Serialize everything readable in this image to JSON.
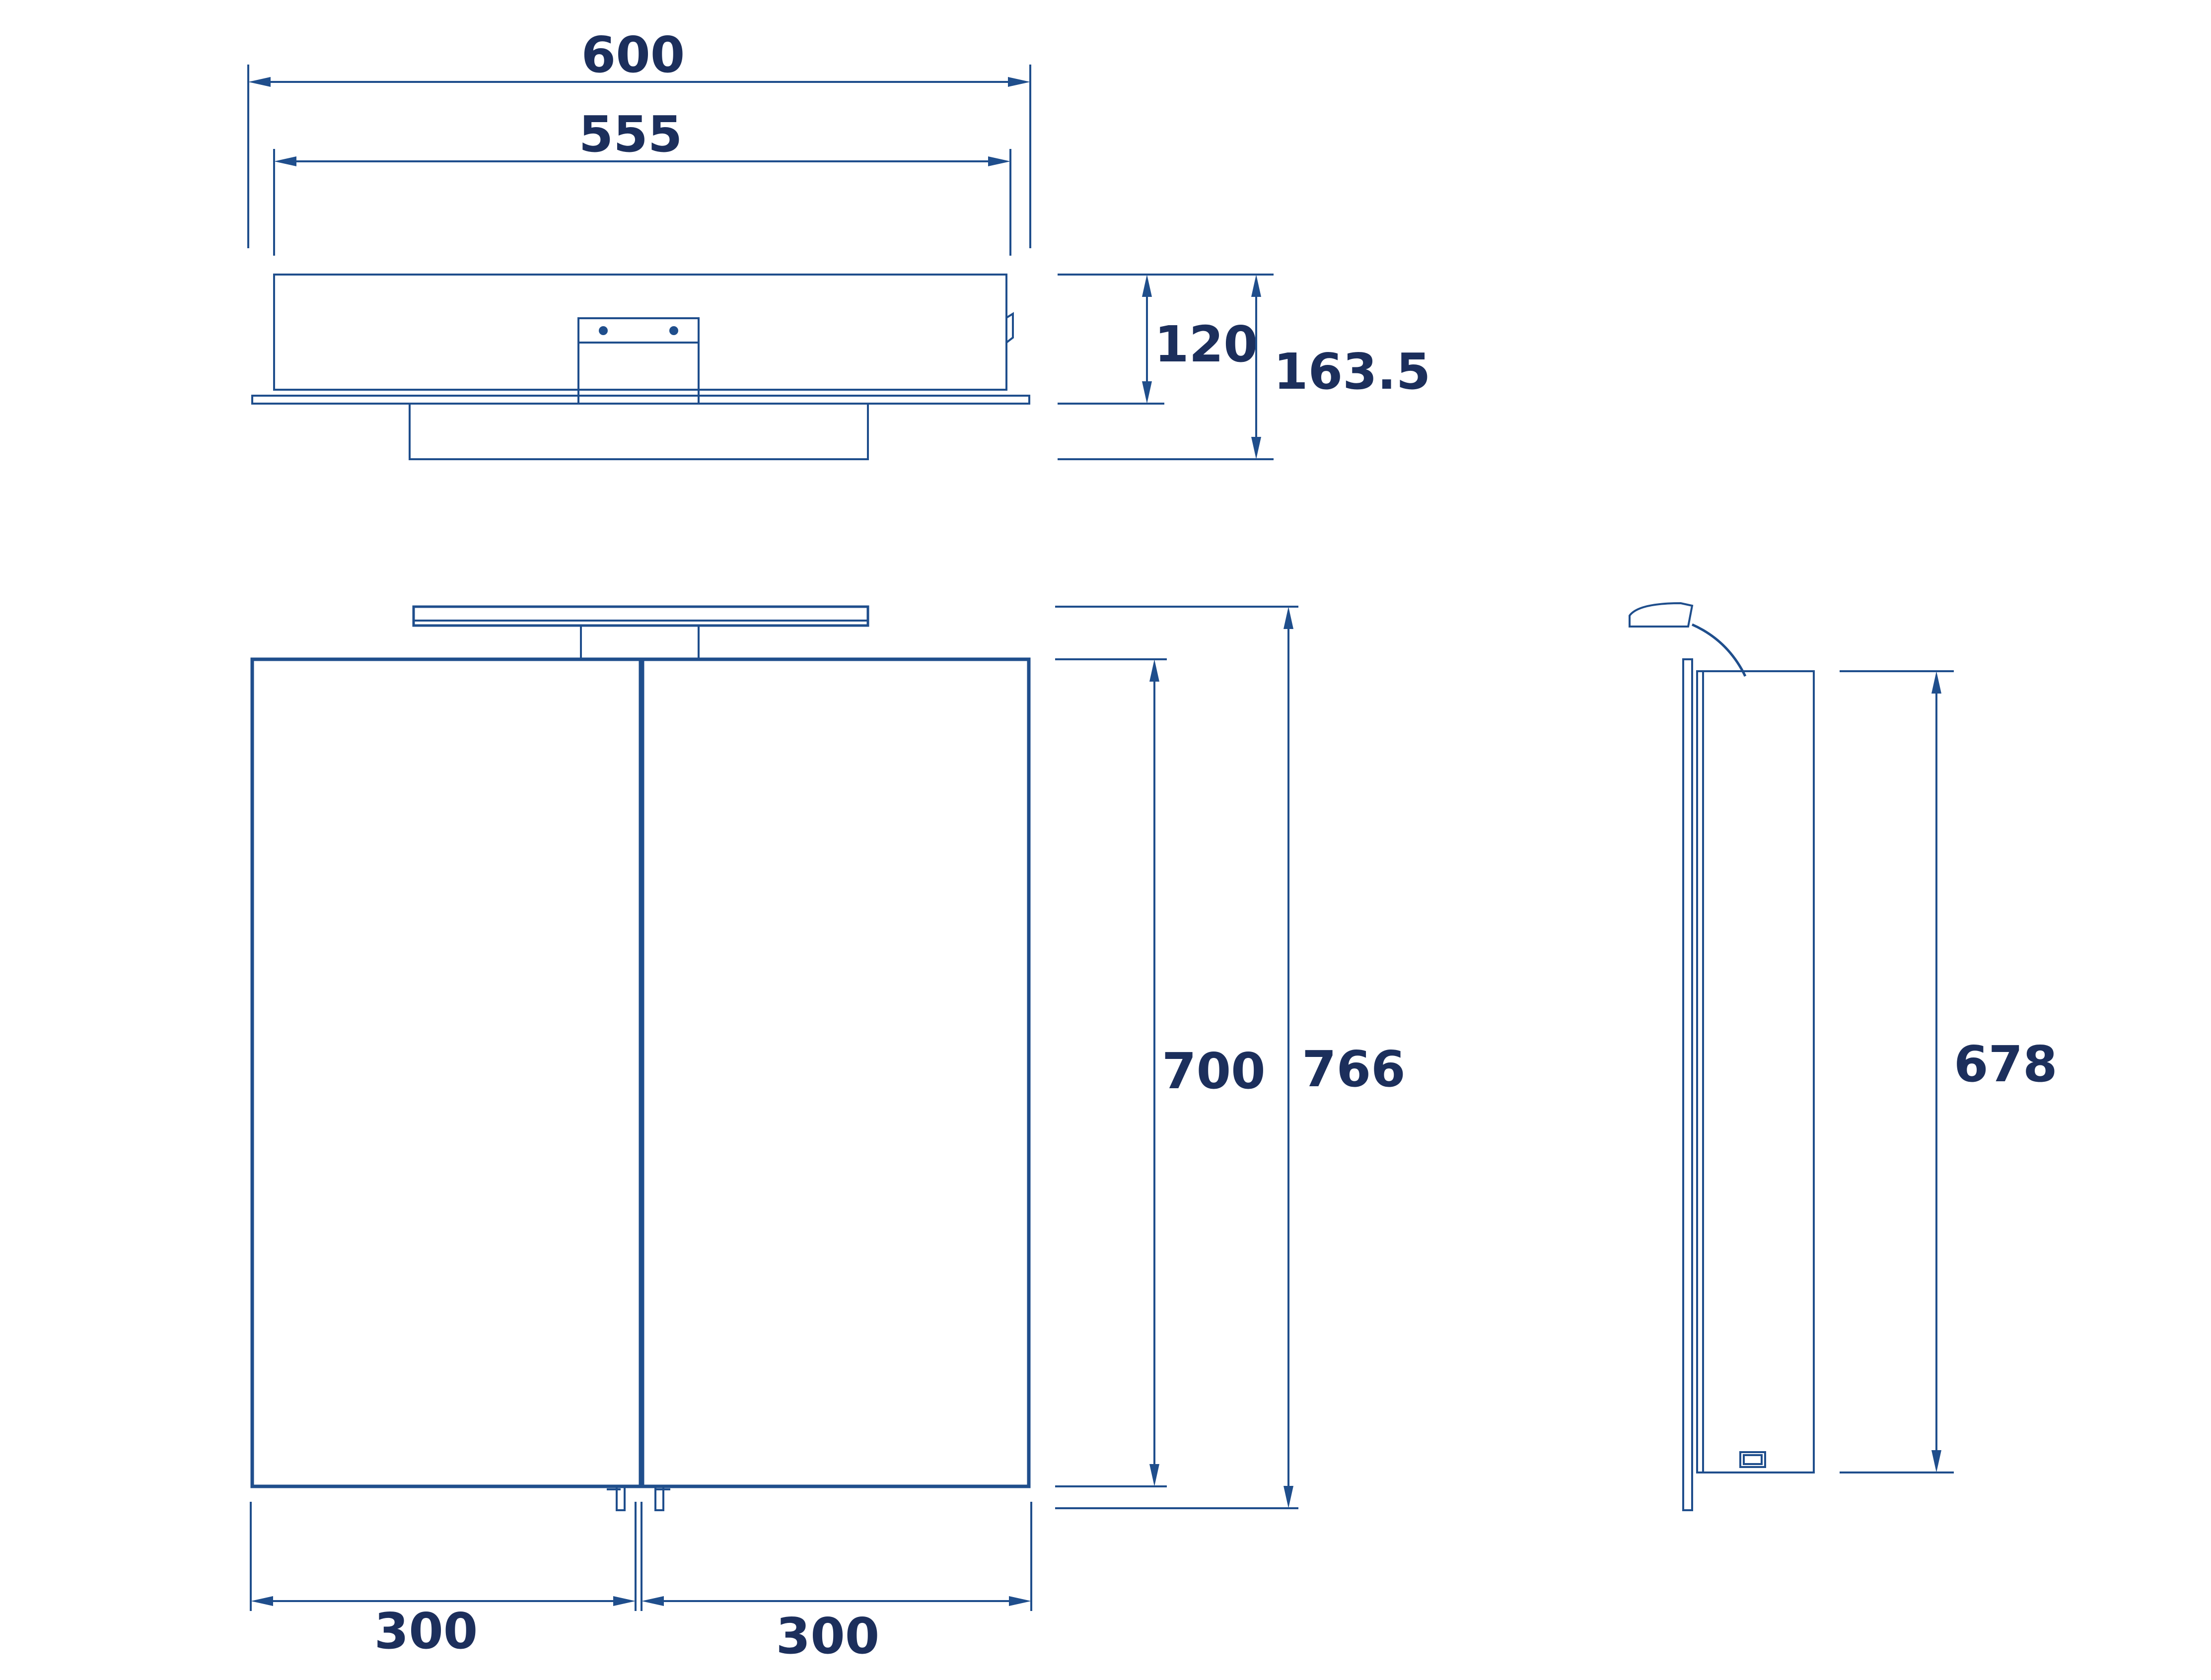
{
  "colors": {
    "line": "#1f4e8c",
    "text": "#1c2f5c"
  },
  "dimensions": {
    "top_overall_width": "600",
    "top_inner_width": "555",
    "top_depth_body": "120",
    "top_depth_overall": "163.5",
    "front_door_width_left": "300",
    "front_door_width_right": "300",
    "front_height_body": "700",
    "front_height_overall": "766",
    "side_height": "678"
  }
}
